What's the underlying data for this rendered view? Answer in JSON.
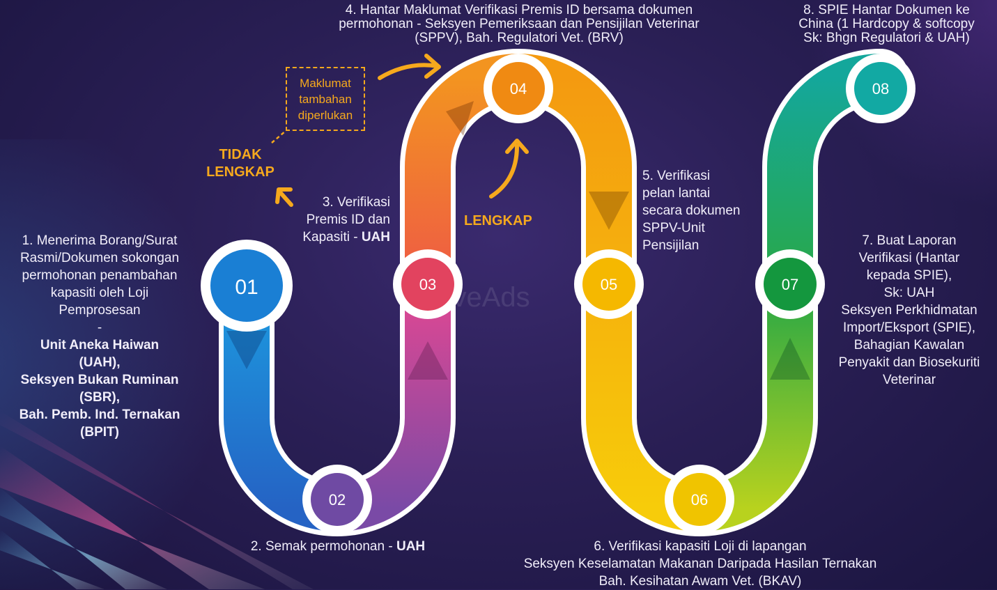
{
  "nodes": [
    {
      "id": "01",
      "color": "#1a7fd4"
    },
    {
      "id": "02",
      "color": "#7b4aa8"
    },
    {
      "id": "03",
      "color": "#e2435f"
    },
    {
      "id": "04",
      "color": "#f08a12"
    },
    {
      "id": "05",
      "color": "#f5b800"
    },
    {
      "id": "06",
      "color": "#f0c400"
    },
    {
      "id": "07",
      "color": "#14973e"
    },
    {
      "id": "08",
      "color": "#12a9a3"
    }
  ],
  "steps": {
    "s1": {
      "lines": [
        "1. Menerima Borang/Surat",
        "Rasmi/Dokumen sokongan",
        "permohonan penambahan",
        "kapasiti oleh Loji",
        "Pemprosesan",
        "-"
      ],
      "bold_lines": [
        "Unit Aneka Haiwan",
        "(UAH),",
        "Seksyen Bukan Ruminan",
        "(SBR),",
        "Bah. Pemb. Ind. Ternakan",
        "(BPIT)"
      ]
    },
    "s2": {
      "text": "2. Semak permohonan - ",
      "bold": "UAH"
    },
    "s3": {
      "lines": [
        "3. Verifikasi",
        "Premis ID dan"
      ],
      "last": "Kapasiti - ",
      "bold": "UAH"
    },
    "s4": {
      "lines": [
        "4. Hantar Maklumat Verifikasi Premis ID bersama dokumen",
        "permohonan - Seksyen Pemeriksaan dan Pensijilan Veterinar",
        "(SPPV), Bah. Regulatori Vet. (BRV)"
      ]
    },
    "s5": {
      "lines": [
        "5. Verifikasi",
        "pelan lantai",
        "secara dokumen",
        "SPPV-Unit",
        "Pensijilan"
      ]
    },
    "s6": {
      "lines": [
        "6. Verifikasi kapasiti Loji di lapangan",
        "Seksyen Keselamatan Makanan Daripada Hasilan Ternakan",
        "Bah. Kesihatan Awam Vet. (BKAV)"
      ]
    },
    "s7": {
      "lines": [
        "7. Buat Laporan",
        "Verifikasi (Hantar",
        "kepada SPIE),",
        "Sk: UAH",
        "Seksyen Perkhidmatan",
        "Import/Eksport (SPIE),",
        "Bahagian Kawalan",
        "Penyakit dan Biosekuriti",
        "Veterinar"
      ]
    },
    "s8": {
      "lines": [
        "8. SPIE Hantar Dokumen ke",
        "China (1 Hardcopy & softcopy",
        "Sk: Bhgn Regulatori & UAH)"
      ]
    }
  },
  "branches": {
    "tidak_lengkap": [
      "TIDAK",
      "LENGKAP"
    ],
    "lengkap": "LENGKAP",
    "maklumat": [
      "Maklumat",
      "tambahan",
      "diperlukan"
    ],
    "accent": "#f6a91d"
  },
  "watermark": "LoveAds"
}
